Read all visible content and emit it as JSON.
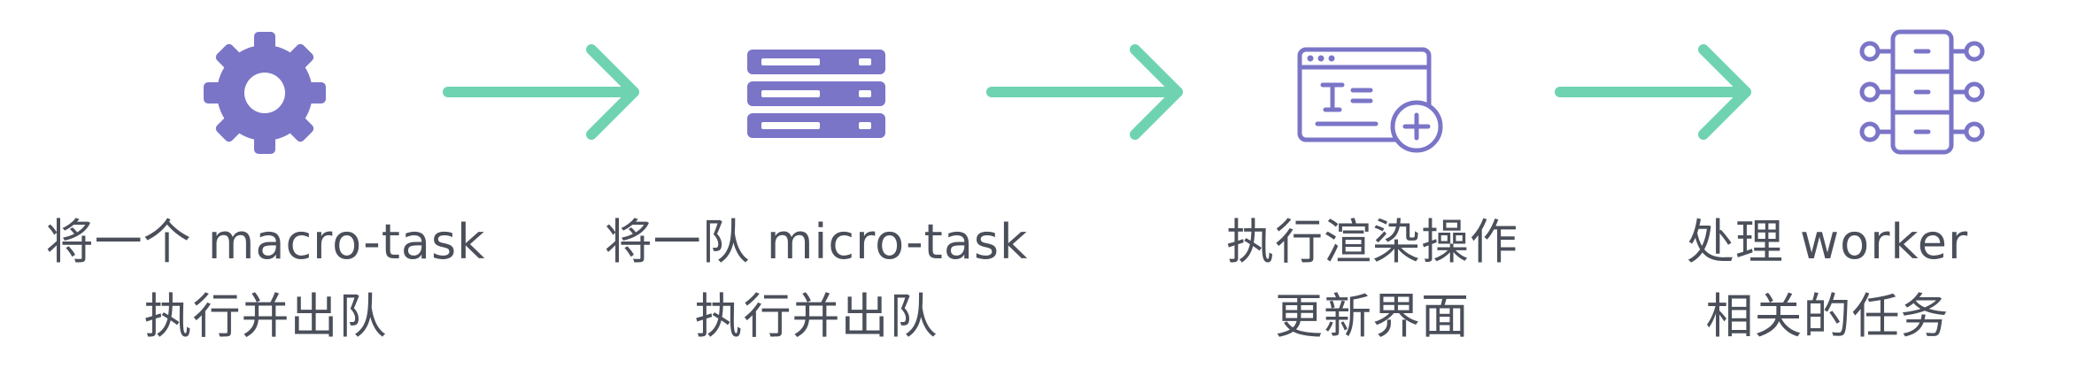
{
  "colors": {
    "icon": "#7b75c8",
    "arrow": "#6fd3b1",
    "text": "#4a4f5a",
    "background": "#ffffff"
  },
  "steps": [
    {
      "icon": "gear-icon",
      "line1": "将一个 macro-task",
      "line2": "执行并出队"
    },
    {
      "icon": "server-stack-icon",
      "line1": "将一队 micro-task",
      "line2": "执行并出队"
    },
    {
      "icon": "browser-window-add-icon",
      "line1": "执行渲染操作",
      "line2": "更新界面"
    },
    {
      "icon": "worker-nodes-icon",
      "line1": "处理 worker",
      "line2": "相关的任务"
    }
  ]
}
